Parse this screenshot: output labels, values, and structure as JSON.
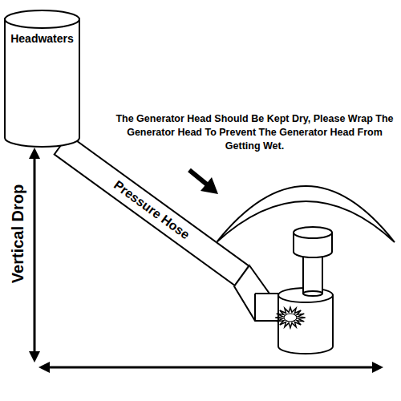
{
  "diagram": {
    "nodes": [
      {
        "text": [
          "Headwaters"
        ]
      },
      {
        "text": [
          "Pressure Hose"
        ]
      }
    ],
    "labels": [
      "The Generator Head Should Be Kept Dry, Please Wrap The Generator Head To Prevent The Generator Head From Getting Wet.",
      "Vertical Drop"
    ]
  }
}
